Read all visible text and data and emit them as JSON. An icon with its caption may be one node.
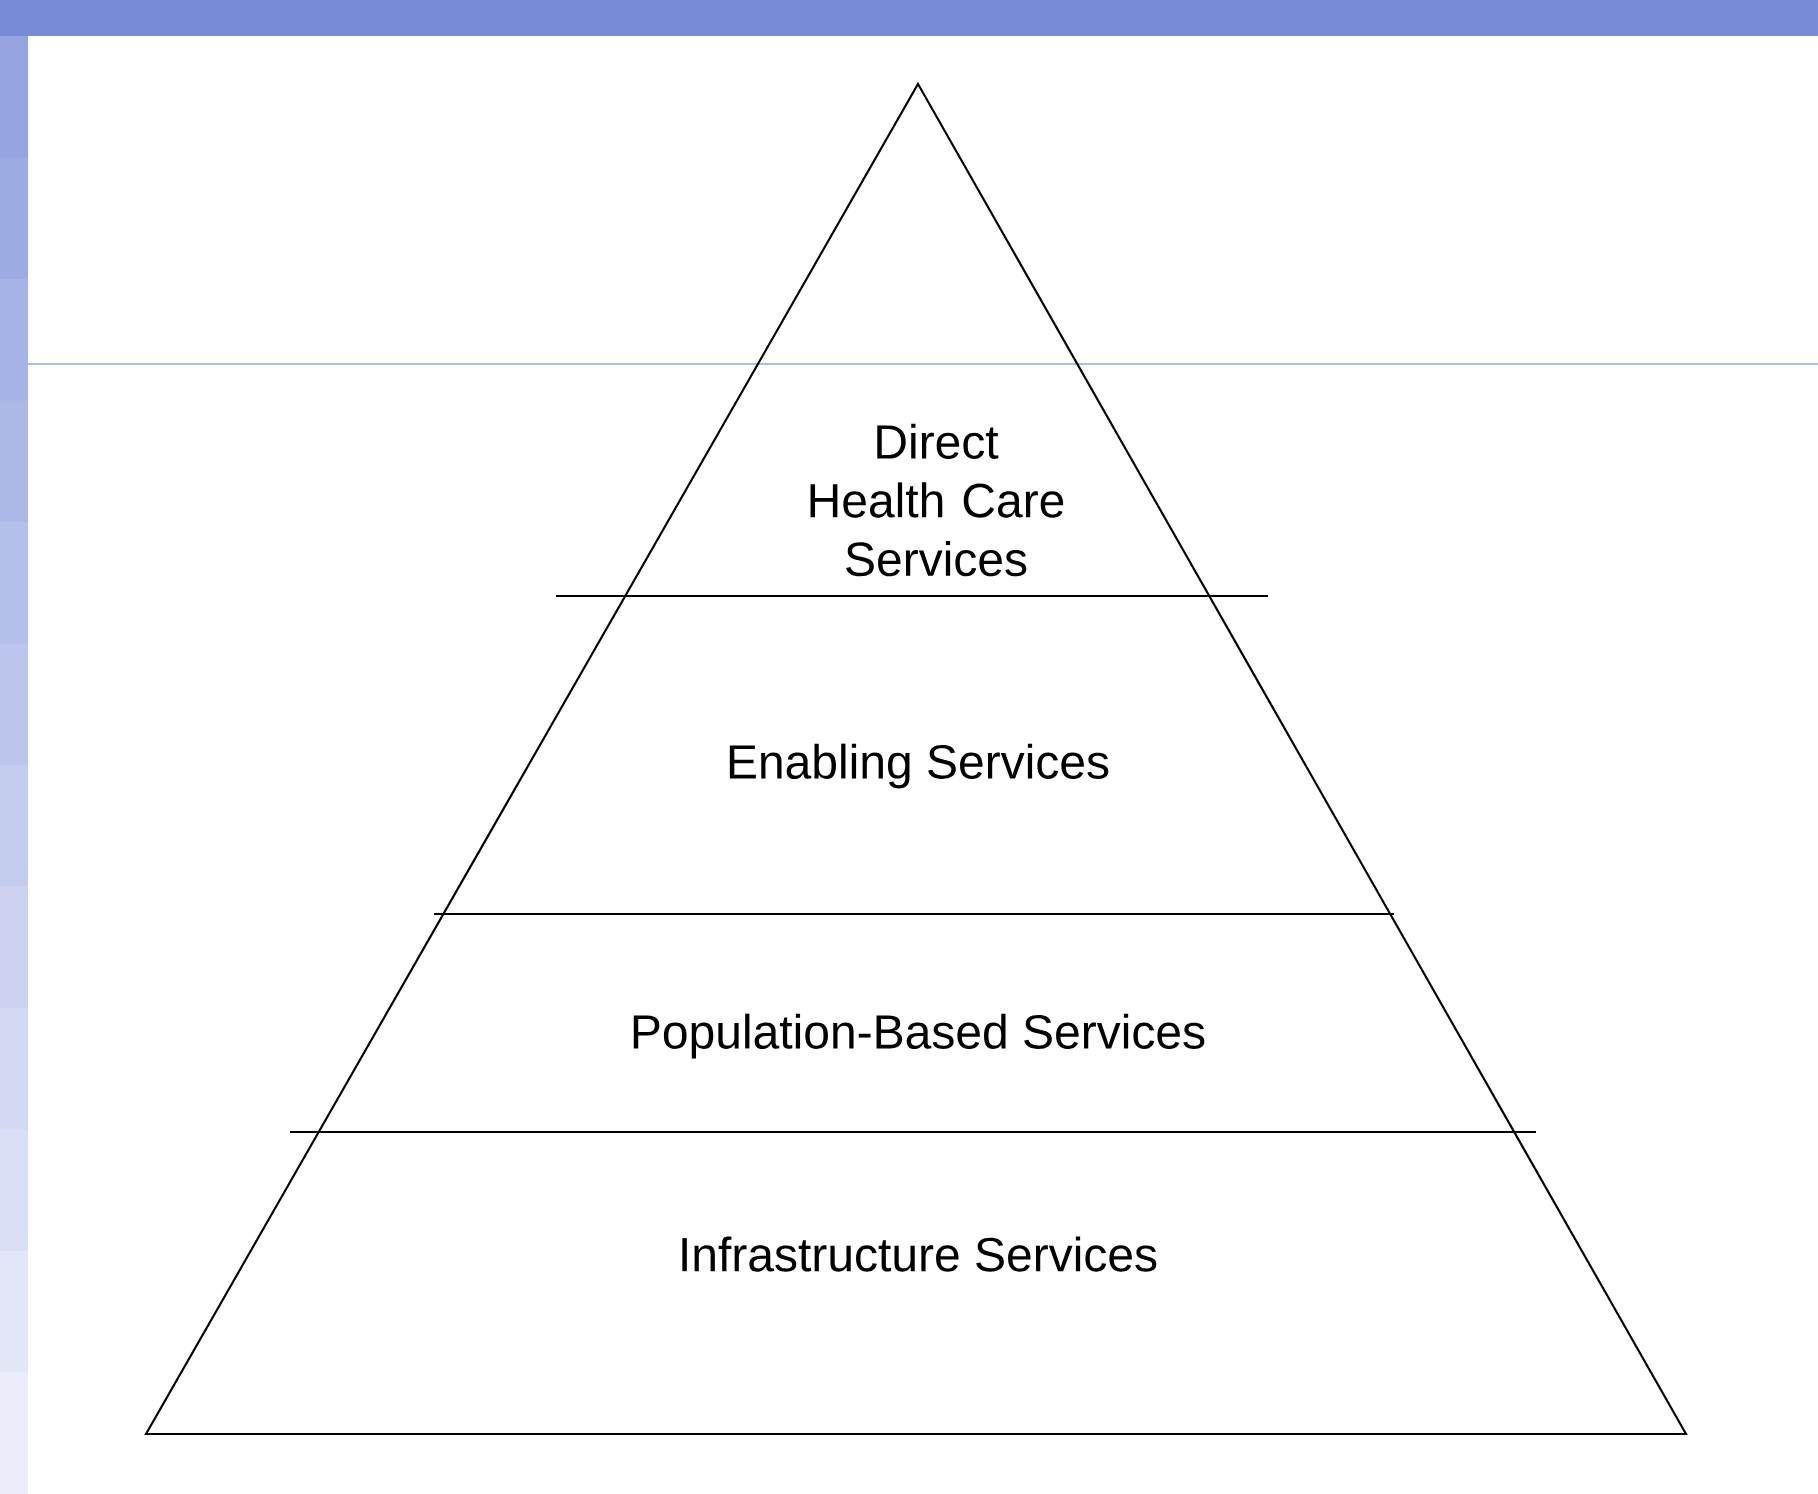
{
  "diagram": {
    "nodes": [
      {
        "text": [
          "Direct Health Care Services"
        ]
      },
      {
        "text": [
          "Enabling Services"
        ]
      },
      {
        "text": [
          "Population-Based Services"
        ]
      },
      {
        "text": [
          "Infrastructure Services"
        ]
      }
    ]
  }
}
